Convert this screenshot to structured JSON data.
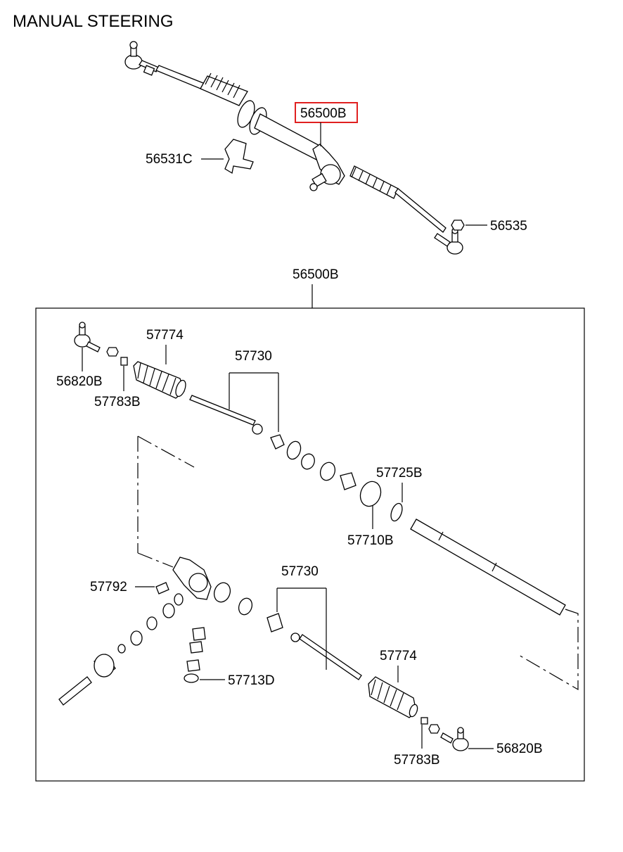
{
  "title": "MANUAL STEERING",
  "highlight_color": "#e02020",
  "labels": {
    "assy_top": "56500B",
    "bracket": "56531C",
    "nut": "56535",
    "assy_box": "56500B",
    "tie_end_left": "56820B",
    "boot_top": "57774",
    "nut_left": "57783B",
    "inner_rod_top": "57730",
    "ring": "57725B",
    "bushing": "57710B",
    "seal": "57792",
    "inner_rod_bottom": "57730",
    "boot_bottom": "57774",
    "plug": "57713D",
    "nut_right": "57783B",
    "tie_end_right": "56820B"
  }
}
